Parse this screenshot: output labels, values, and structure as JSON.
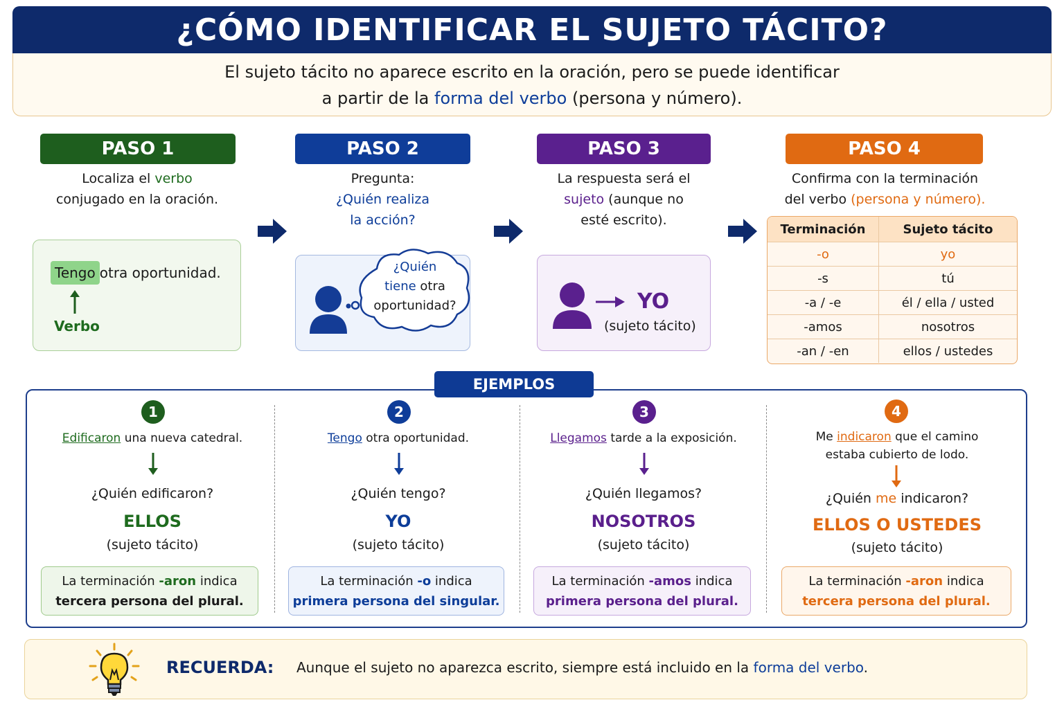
{
  "title": "¿CÓMO IDENTIFICAR EL SUJETO TÁCITO?",
  "intro": {
    "line1": "El sujeto tácito no aparece escrito en la oración, pero se puede identificar",
    "line2_a": "a partir de la ",
    "line2_hl": "forma del verbo",
    "line2_b": " (persona y número)."
  },
  "steps": [
    {
      "label": "PASO 1",
      "text_a": "Localiza el ",
      "text_hl": "verbo",
      "text_b": "conjugado en la oración.",
      "example_verb": "Tengo",
      "example_rest": " otra oportunidad.",
      "example_caption": "Verbo"
    },
    {
      "label": "PASO 2",
      "text_a": "Pregunta:",
      "text_hl1": "¿Quién realiza",
      "text_hl2": "la acción?",
      "bubble_l1": "¿Quién",
      "bubble_l2_hl": "tiene",
      "bubble_l2_b": " otra",
      "bubble_l3": "oportunidad?"
    },
    {
      "label": "PASO 3",
      "text_l1": "La respuesta será el",
      "text_hl": "sujeto",
      "text_l2b": " (aunque no",
      "text_l3": "esté escrito).",
      "answer": "YO",
      "answer_caption": "(sujeto tácito)"
    },
    {
      "label": "PASO 4",
      "text_l1": "Confirma con la terminación",
      "text_l2a": "del verbo ",
      "text_hl": "(persona y número).",
      "table": {
        "headers": [
          "Terminación",
          "Sujeto tácito"
        ],
        "rows": [
          [
            "-o",
            "yo"
          ],
          [
            "-s",
            "tú"
          ],
          [
            "-a / -e",
            "él / ella / usted"
          ],
          [
            "-amos",
            "nosotros"
          ],
          [
            "-an / -en",
            "ellos / ustedes"
          ]
        ]
      }
    }
  ],
  "examples_label": "EJEMPLOS",
  "examples": [
    {
      "num": "1",
      "verb": "Edificaron",
      "rest": " una nueva catedral.",
      "question": "¿Quién edificaron?",
      "answer": "ELLOS",
      "tacit": "(sujeto tácito)",
      "note_a": "La terminación ",
      "note_hl": "-aron",
      "note_b": " indica",
      "note_l2": "tercera persona del plural."
    },
    {
      "num": "2",
      "verb": "Tengo",
      "rest": " otra oportunidad.",
      "question": "¿Quién tengo?",
      "answer": "YO",
      "tacit": "(sujeto tácito)",
      "note_a": "La terminación ",
      "note_hl": "-o",
      "note_b": " indica",
      "note_l2": "primera persona del singular."
    },
    {
      "num": "3",
      "verb": "Llegamos",
      "rest": " tarde a la exposición.",
      "question": "¿Quién llegamos?",
      "answer": "NOSOTROS",
      "tacit": "(sujeto tácito)",
      "note_a": "La terminación ",
      "note_hl": "-amos",
      "note_b": " indica",
      "note_l2": "primera persona del plural."
    },
    {
      "num": "4",
      "pre": "Me ",
      "verb": "indicaron",
      "rest": " que el camino",
      "line2": "estaba cubierto de lodo.",
      "question_a": "¿Quién ",
      "question_hl": "me",
      "question_b": " indicaron?",
      "answer": "ELLOS O USTEDES",
      "tacit": "(sujeto tácito)",
      "note_a": "La terminación ",
      "note_hl": "-aron",
      "note_b": " indica",
      "note_l2": "tercera persona del plural."
    }
  ],
  "reminder": {
    "label": "RECUERDA:",
    "text_a": "Aunque el sujeto no aparezca escrito, siempre está incluido en la ",
    "text_hl": "forma del verbo",
    "text_b": "."
  },
  "colors": {
    "navy": "#0e2a6b",
    "green": "#1e6b1e",
    "blue": "#0d3d99",
    "purple": "#5a1f8c",
    "orange": "#e06a12"
  }
}
